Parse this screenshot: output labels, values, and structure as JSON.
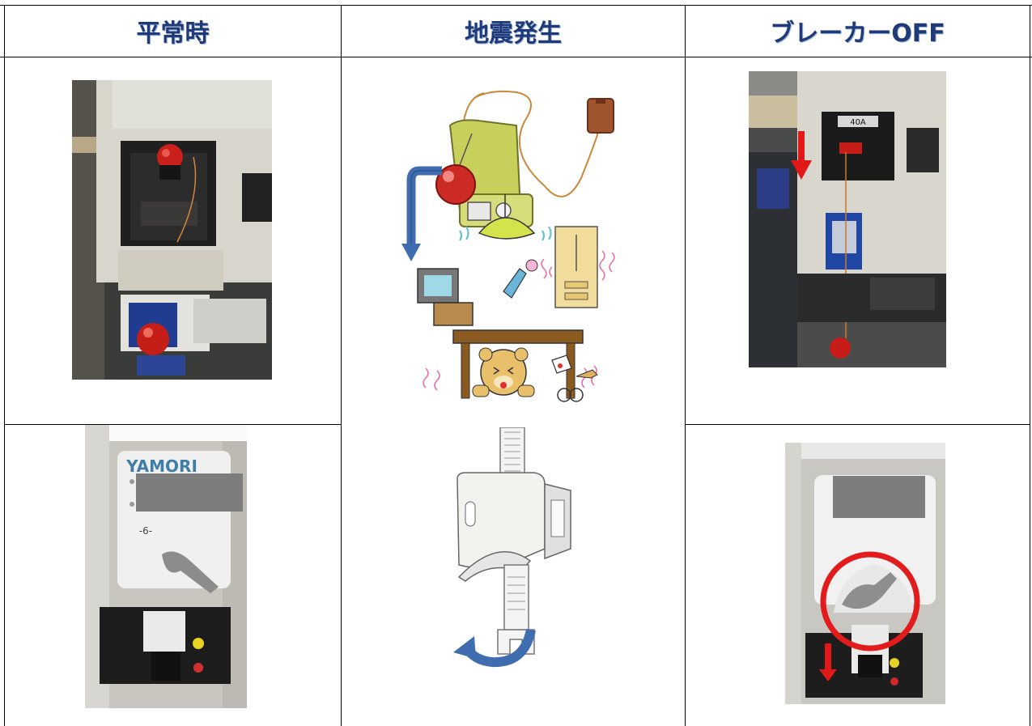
{
  "table": {
    "headers": [
      "平常時",
      "地震発生",
      "ブレーカーOFF"
    ]
  },
  "photos": {
    "row1_normal": {
      "breaker_label": "40A"
    },
    "row2_normal": {
      "brand": "YAMORI",
      "mark": "-6-"
    }
  },
  "colors": {
    "header_text": "#1f3a78",
    "arrow_blue": "#3f6db0",
    "arrow_red": "#e01818"
  }
}
